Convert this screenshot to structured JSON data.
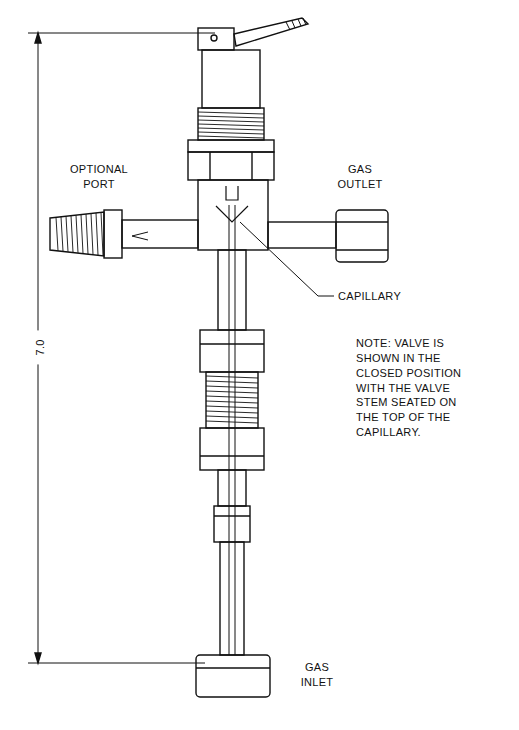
{
  "diagram": {
    "labels": [
      "7.0",
      "OPTIONAL PORT",
      "GAS OUTLET",
      "CAPILLARY",
      "NOTE: VALVE IS SHOWN IN THE CLOSED POSITION WITH THE VALVE STEM SEATED ON THE TOP OF THE CAPILLARY.",
      "GAS INLET"
    ]
  }
}
